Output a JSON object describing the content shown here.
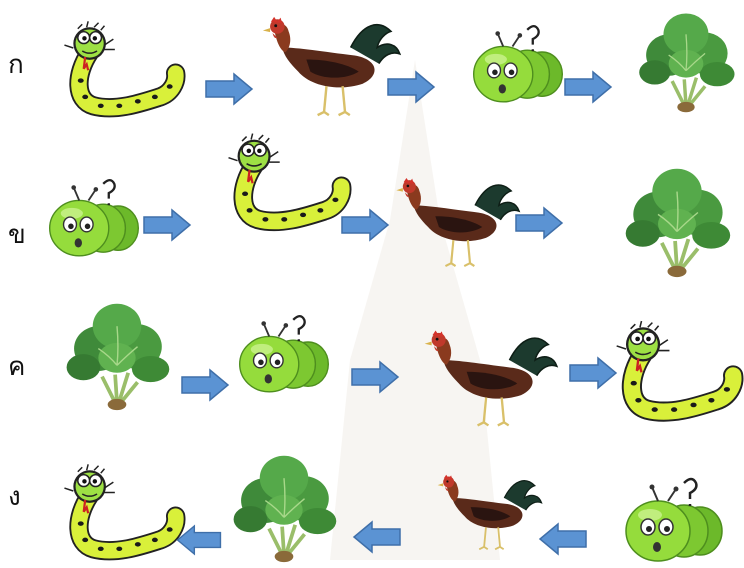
{
  "rows": [
    {
      "label": "ก",
      "direction": "right",
      "chain": [
        "snake-icon",
        "rooster-icon",
        "caterpillar-icon",
        "vegetable-icon"
      ]
    },
    {
      "label": "ข",
      "direction": "right",
      "chain": [
        "caterpillar-icon",
        "snake-icon",
        "rooster-icon",
        "vegetable-icon"
      ]
    },
    {
      "label": "ค",
      "direction": "right",
      "chain": [
        "vegetable-icon",
        "caterpillar-icon",
        "rooster-icon",
        "snake-icon"
      ]
    },
    {
      "label": "ง",
      "direction": "left",
      "chain": [
        "snake-icon",
        "vegetable-icon",
        "rooster-icon",
        "caterpillar-icon"
      ]
    }
  ],
  "colors": {
    "arrow_fill": "#5b93d3",
    "arrow_stroke": "#3f6fa9",
    "snake_body": "#d9f03a",
    "caterpillar_body": "#8ed63a",
    "leaf": "#3f8a3a"
  }
}
